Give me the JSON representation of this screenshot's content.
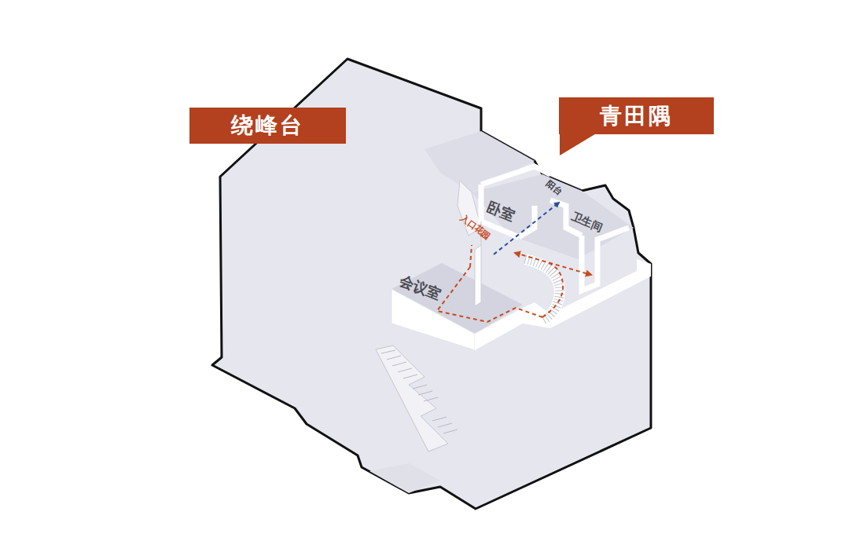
{
  "diagram": {
    "nodes": [
      {
        "text": [
          "绕峰台"
        ]
      },
      {
        "text": [
          "青田隅"
        ]
      }
    ],
    "labels": [
      "卧室",
      "阳台",
      "卫生间",
      "入口花园",
      "会议室"
    ]
  }
}
